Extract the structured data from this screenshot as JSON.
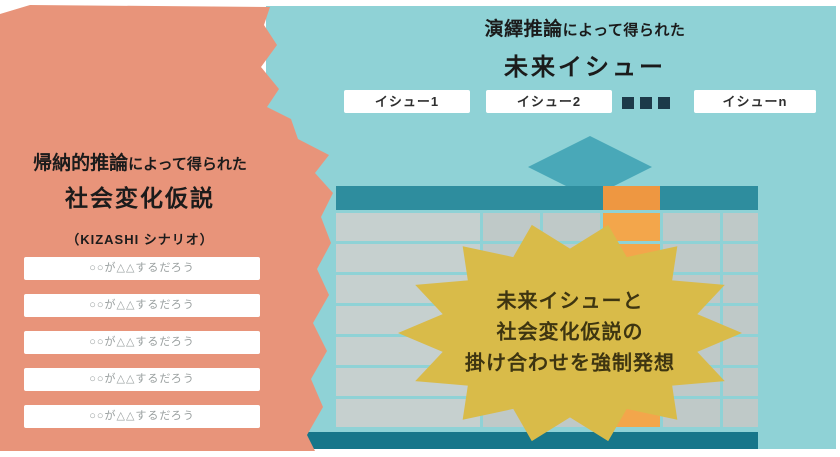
{
  "colors": {
    "orange_region": "#E8947A",
    "teal_region": "#8FD2D6",
    "teal_header": "#2E8D9E",
    "teal_deep_strip": "#17768A",
    "diamond": "#49A8B8",
    "grid_cell": "#BFC9C8",
    "grid_col0": "#C6D0CF",
    "highlight_column": "#F3A64B",
    "highlight_header": "#EE9741",
    "star": "#D9BB49",
    "star_text": "#3E3511",
    "dots": "#1C3A49"
  },
  "deductive": {
    "heading_strong": "演繹推論",
    "heading_rest": "によって得られた",
    "title": "未来イシュー",
    "issues": [
      "イシュー1",
      "イシュー2",
      "イシューn"
    ]
  },
  "inductive": {
    "heading_strong": "帰納的推論",
    "heading_rest": "によって得られた",
    "title": "社会変化仮説",
    "subtitle": "（KIZASHI シナリオ）",
    "hypotheses": [
      "○○が△△するだろう",
      "○○が△△するだろう",
      "○○が△△するだろう",
      "○○が△△するだろう",
      "○○が△△するだろう"
    ]
  },
  "star": {
    "line1": "未来イシューと",
    "line2": "社会変化仮説の",
    "line3": "掛け合わせを強制発想"
  },
  "matrix": {
    "data_rows": 7,
    "cols": 6,
    "highlight_col": 3,
    "cell_color": "#BFC9C8",
    "col0_color": "#C6D0CF",
    "highlight_color": "#F3A64B",
    "highlight_header_color": "#EE9741"
  }
}
